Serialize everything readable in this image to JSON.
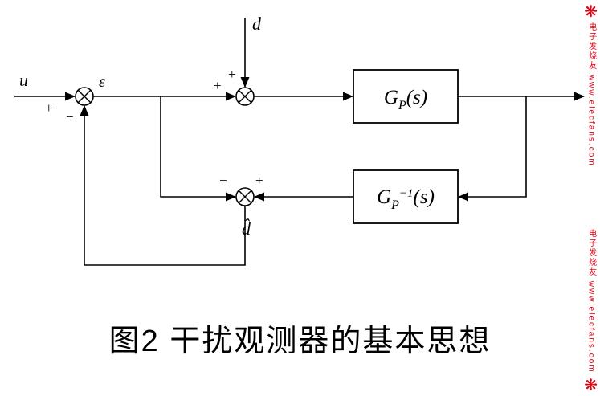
{
  "figure": {
    "caption": "图2 干扰观测器的基本思想"
  },
  "diagram": {
    "labels": {
      "input": "u",
      "error": "ε",
      "disturbance": "d",
      "disturbance_estimate": "d̂"
    },
    "signs": {
      "sum1_input": "+",
      "sum1_feedback": "−",
      "sum2_input": "+",
      "sum2_disturbance": "+",
      "sum3_forward": "−",
      "sum3_inverse": "+"
    },
    "blocks": {
      "plant": {
        "symbol": "G",
        "subscript": "P",
        "suffix": "(s)"
      },
      "inverse_plant": {
        "symbol": "G",
        "subscript": "P",
        "superscript": "−1",
        "suffix": "(s)"
      }
    }
  },
  "watermark": {
    "logo_glyph": "❋",
    "top_text": "电子发烧友 www.elecfans.com",
    "bottom_text": "电子发烧友 www.elecfans.com",
    "color": "#e60012"
  }
}
